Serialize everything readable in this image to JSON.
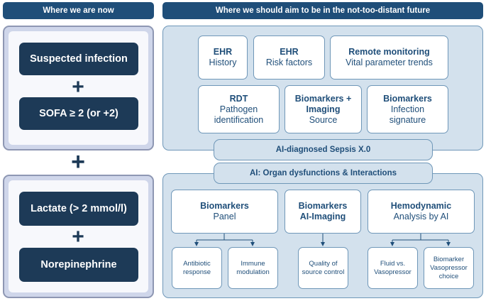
{
  "headers": {
    "left": "Where we are now",
    "right": "Where we should aim to be in the not-too-distant future"
  },
  "left": {
    "group1": [
      "Suspected infection",
      "SOFA ≥ 2 (or +2)"
    ],
    "group2": [
      "Lactate (> 2 mmol/l)",
      "Norepinephrine"
    ],
    "plus": "+"
  },
  "top_boxes": [
    {
      "title": "EHR",
      "subtitle": "History"
    },
    {
      "title": "EHR",
      "subtitle": "Risk factors"
    },
    {
      "title": "Remote monitoring",
      "subtitle": "Vital parameter trends"
    },
    {
      "title": "RDT",
      "subtitle": "Pathogen identification"
    },
    {
      "title": "Biomarkers + Imaging",
      "subtitle": "Source"
    },
    {
      "title": "Biomarkers",
      "subtitle": "Infection signature"
    }
  ],
  "bars": {
    "sepsis": "AI-diagnosed Sepsis X.0",
    "organ": "AI: Organ dysfunctions & Interactions"
  },
  "bottom_boxes": [
    {
      "title": "Biomarkers",
      "subtitle": "Panel"
    },
    {
      "title": "Biomarkers AI-Imaging",
      "subtitle": ""
    },
    {
      "title": "Hemodynamic",
      "subtitle": "Analysis by AI"
    }
  ],
  "small_boxes": [
    "Antibiotic response",
    "Immune modulation",
    "Quality of source control",
    "Fluid vs. Vasopressor",
    "Biomarker Vasopressor choice"
  ],
  "colors": {
    "header": "#1f4e79",
    "dark_box": "#1d3a57",
    "light_fill": "#d3e1ed",
    "left_panel": "#cfd6ea",
    "border": "#6f97b8"
  }
}
